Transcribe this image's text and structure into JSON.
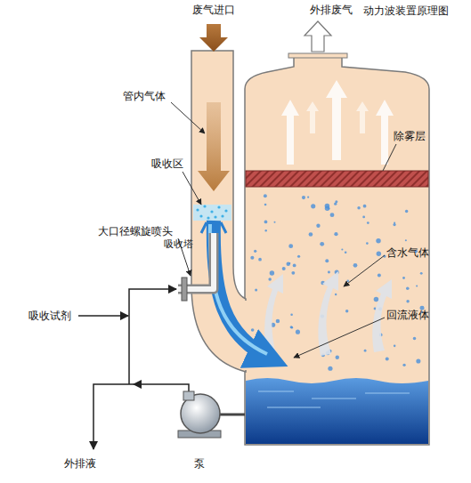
{
  "diagram": {
    "title": "动力波装置原理图",
    "labels": [
      "废气进口",
      "外排废气",
      "管内气体",
      "除雾层",
      "吸收区",
      "大口径螺旋喷头",
      "吸收塔",
      "含水气体",
      "回流液体",
      "吸收试剂",
      "外排液",
      "泵"
    ]
  }
}
